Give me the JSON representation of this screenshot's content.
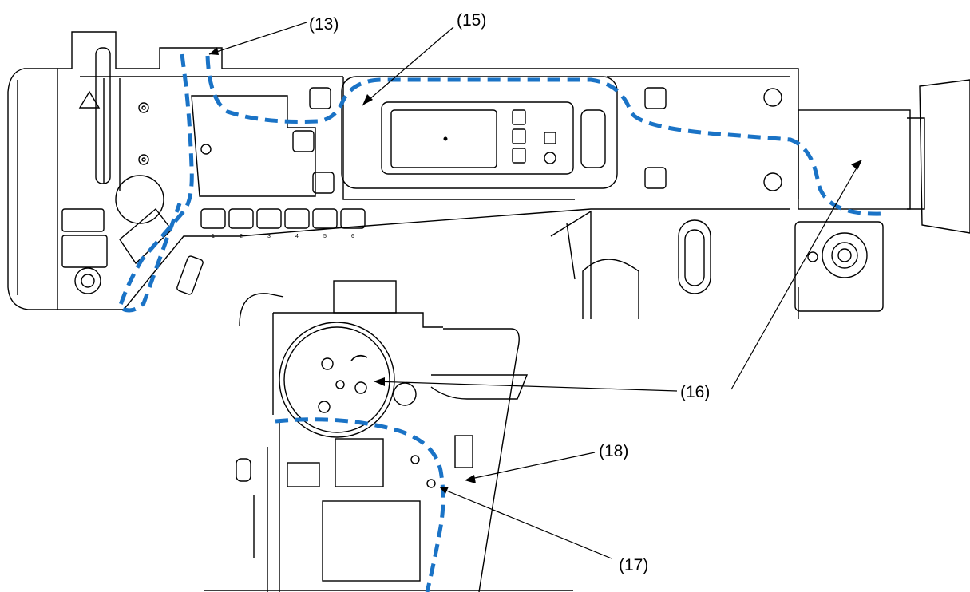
{
  "callouts": {
    "c13": "(13)",
    "c15": "(15)",
    "c16": "(16)",
    "c17": "(17)",
    "c18": "(18)"
  },
  "panel_keys": [
    "1",
    "2",
    "3",
    "4",
    "5",
    "6"
  ],
  "colors": {
    "route_dash": "#1a73c6",
    "line_art": "#000000",
    "background": "#ffffff"
  }
}
